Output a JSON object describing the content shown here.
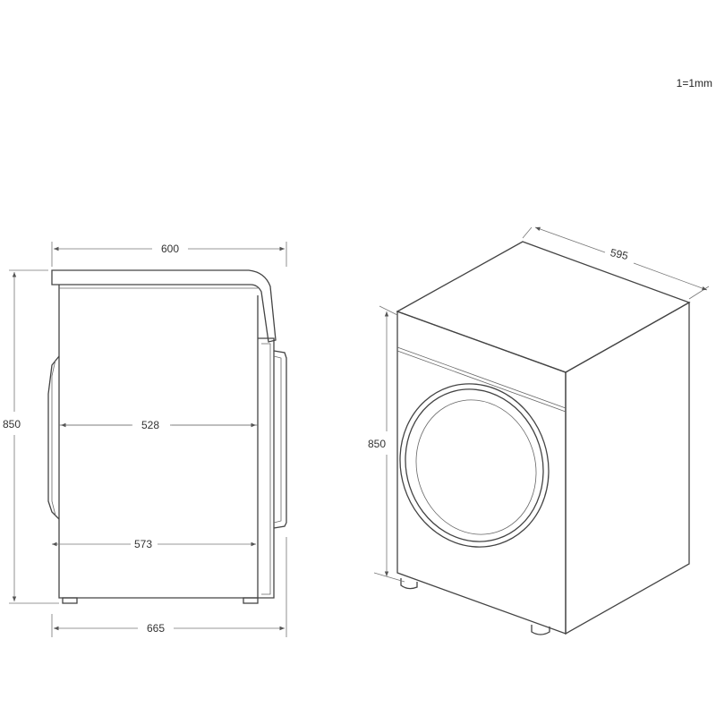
{
  "scale_note": "1=1mm",
  "side_view": {
    "dims": {
      "width_top": "600",
      "height": "850",
      "inner_depth": "528",
      "body_depth": "573",
      "total_depth": "665"
    }
  },
  "iso_view": {
    "dims": {
      "width": "595",
      "height": "850"
    }
  }
}
